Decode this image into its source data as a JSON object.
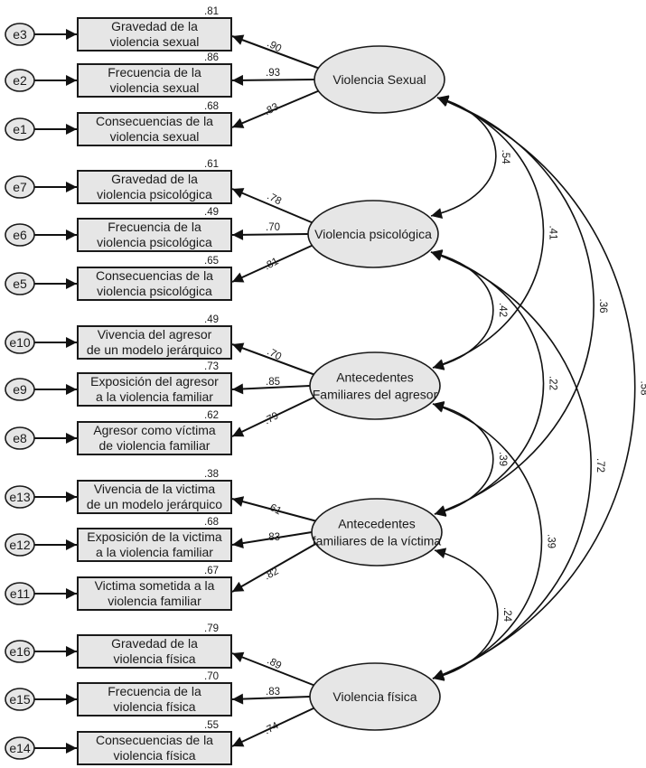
{
  "diagram_type": "structural-equation-model",
  "colors": {
    "node_fill": "#e6e6e6",
    "stroke": "#1a1a1a",
    "background": "#ffffff"
  },
  "latent_factors": [
    {
      "id": "VS",
      "label_lines": [
        "Violencia Sexual"
      ]
    },
    {
      "id": "VP",
      "label_lines": [
        "Violencia psicológica"
      ]
    },
    {
      "id": "AFA",
      "label_lines": [
        "Antecedentes",
        "Familiares del agresor"
      ]
    },
    {
      "id": "AFV",
      "label_lines": [
        "Antecedentes",
        "familiares de la víctima"
      ]
    },
    {
      "id": "VF",
      "label_lines": [
        "Violencia física"
      ]
    }
  ],
  "indicators": [
    {
      "factor": "VS",
      "error": "e3",
      "label_lines": [
        "Gravedad de la",
        "violencia sexual"
      ],
      "r2": ".81",
      "loading": ".90"
    },
    {
      "factor": "VS",
      "error": "e2",
      "label_lines": [
        "Frecuencia de la",
        "violencia sexual"
      ],
      "r2": ".86",
      "loading": ".93"
    },
    {
      "factor": "VS",
      "error": "e1",
      "label_lines": [
        "Consecuencias de la",
        "violencia sexual"
      ],
      "r2": ".68",
      "loading": ".83"
    },
    {
      "factor": "VP",
      "error": "e7",
      "label_lines": [
        "Gravedad de la",
        "violencia psicológica"
      ],
      "r2": ".61",
      "loading": ".78"
    },
    {
      "factor": "VP",
      "error": "e6",
      "label_lines": [
        "Frecuencia de la",
        "violencia psicológica"
      ],
      "r2": ".49",
      "loading": ".70"
    },
    {
      "factor": "VP",
      "error": "e5",
      "label_lines": [
        "Consecuencias de la",
        "violencia psicológica"
      ],
      "r2": ".65",
      "loading": ".81"
    },
    {
      "factor": "AFA",
      "error": "e10",
      "label_lines": [
        "Vivencia del agresor",
        "de un modelo jerárquico"
      ],
      "r2": ".49",
      "loading": ".70"
    },
    {
      "factor": "AFA",
      "error": "e9",
      "label_lines": [
        "Exposición del agresor",
        "a la violencia familiar"
      ],
      "r2": ".73",
      "loading": ".85"
    },
    {
      "factor": "AFA",
      "error": "e8",
      "label_lines": [
        "Agresor como víctima",
        "de violencia familiar"
      ],
      "r2": ".62",
      "loading": ".79"
    },
    {
      "factor": "AFV",
      "error": "e13",
      "label_lines": [
        "Vivencia de la victima",
        "de un modelo jerárquico"
      ],
      "r2": ".38",
      "loading": ".61"
    },
    {
      "factor": "AFV",
      "error": "e12",
      "label_lines": [
        "Exposición de la victima",
        "a la violencia familiar"
      ],
      "r2": ".68",
      "loading": ".83"
    },
    {
      "factor": "AFV",
      "error": "e11",
      "label_lines": [
        "Victima sometida a la",
        "violencia familiar"
      ],
      "r2": ".67",
      "loading": ".82"
    },
    {
      "factor": "VF",
      "error": "e16",
      "label_lines": [
        "Gravedad de la",
        "violencia física"
      ],
      "r2": ".79",
      "loading": ".89"
    },
    {
      "factor": "VF",
      "error": "e15",
      "label_lines": [
        "Frecuencia de la",
        "violencia física"
      ],
      "r2": ".70",
      "loading": ".83"
    },
    {
      "factor": "VF",
      "error": "e14",
      "label_lines": [
        "Consecuencias de la",
        "violencia física"
      ],
      "r2": ".55",
      "loading": ".74"
    }
  ],
  "correlations": [
    {
      "from": "VS",
      "to": "VP",
      "value": ".54"
    },
    {
      "from": "VS",
      "to": "AFA",
      "value": ".41"
    },
    {
      "from": "VS",
      "to": "AFV",
      "value": ".36"
    },
    {
      "from": "VS",
      "to": "VF",
      "value": ".58"
    },
    {
      "from": "VP",
      "to": "AFA",
      "value": ".42"
    },
    {
      "from": "VP",
      "to": "AFV",
      "value": ".22"
    },
    {
      "from": "VP",
      "to": "VF",
      "value": ".72"
    },
    {
      "from": "AFA",
      "to": "AFV",
      "value": ".39"
    },
    {
      "from": "AFA",
      "to": "VF",
      "value": ".39"
    },
    {
      "from": "AFV",
      "to": "VF",
      "value": ".24"
    }
  ]
}
